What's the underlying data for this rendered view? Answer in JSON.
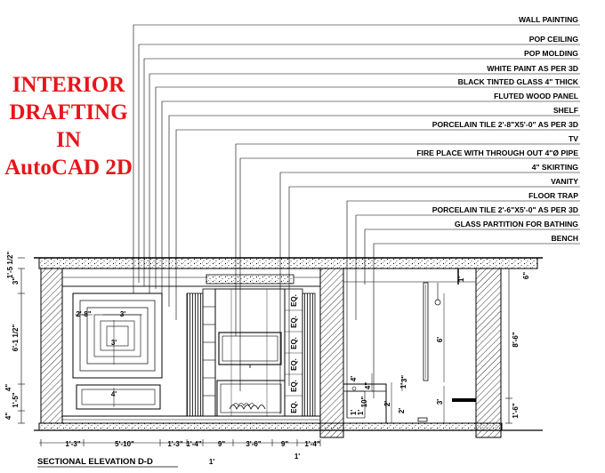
{
  "title_lines": [
    "INTERIOR",
    "DRAFTING",
    "IN",
    "AutoCAD 2D"
  ],
  "callouts": [
    "WALL PAINTING",
    "POP CEILING",
    "POP MOLDING",
    "WHITE PAINT AS PER 3D",
    "BLACK TINTED GLASS 4\" THICK",
    "FLUTED WOOD PANEL",
    "SHELF",
    "PORCELAIN TILE 2'-8\"X5'-0\" AS PER 3D",
    "TV",
    "FIRE PLACE WITH THROUGH OUT  4\"Ø PIPE",
    "4\" SKIRTING",
    "VANITY",
    "FLOOR TRAP",
    "PORCELAIN TILE 2'-6\"X5'-0\" AS PER 3D",
    "GLASS PARTITION FOR BATHING",
    "BENCH"
  ],
  "left_dims": [
    "1'-5 1/2\"",
    "3\"",
    "6'-1 1/2\"",
    "4\"",
    "1'-5\"",
    "4\""
  ],
  "bottom_dims": [
    "1'-3\"",
    "5'-10\"",
    "1'-3\"",
    "1'-4\"",
    "9\"",
    "3'-6\"",
    "9\"",
    "1'-4\""
  ],
  "bottom_sub_dims": [
    "1'",
    "1'"
  ],
  "panel_dims": [
    "2'-8\"",
    "3'",
    "3'",
    "4'"
  ],
  "eq_labels": [
    "EQ.",
    "EQ.",
    "EQ.",
    "EQ.",
    "EQ.",
    "EQ."
  ],
  "right_dims": [
    "6\"",
    "8'-6\"",
    "1'-6\"",
    "1'",
    "6'",
    "3'",
    "4'",
    "4\"",
    "1'",
    "2'",
    "3\"",
    "1'",
    "1'",
    "10\"",
    "2'"
  ],
  "caption": "SECTIONAL ELEVATION D-D"
}
